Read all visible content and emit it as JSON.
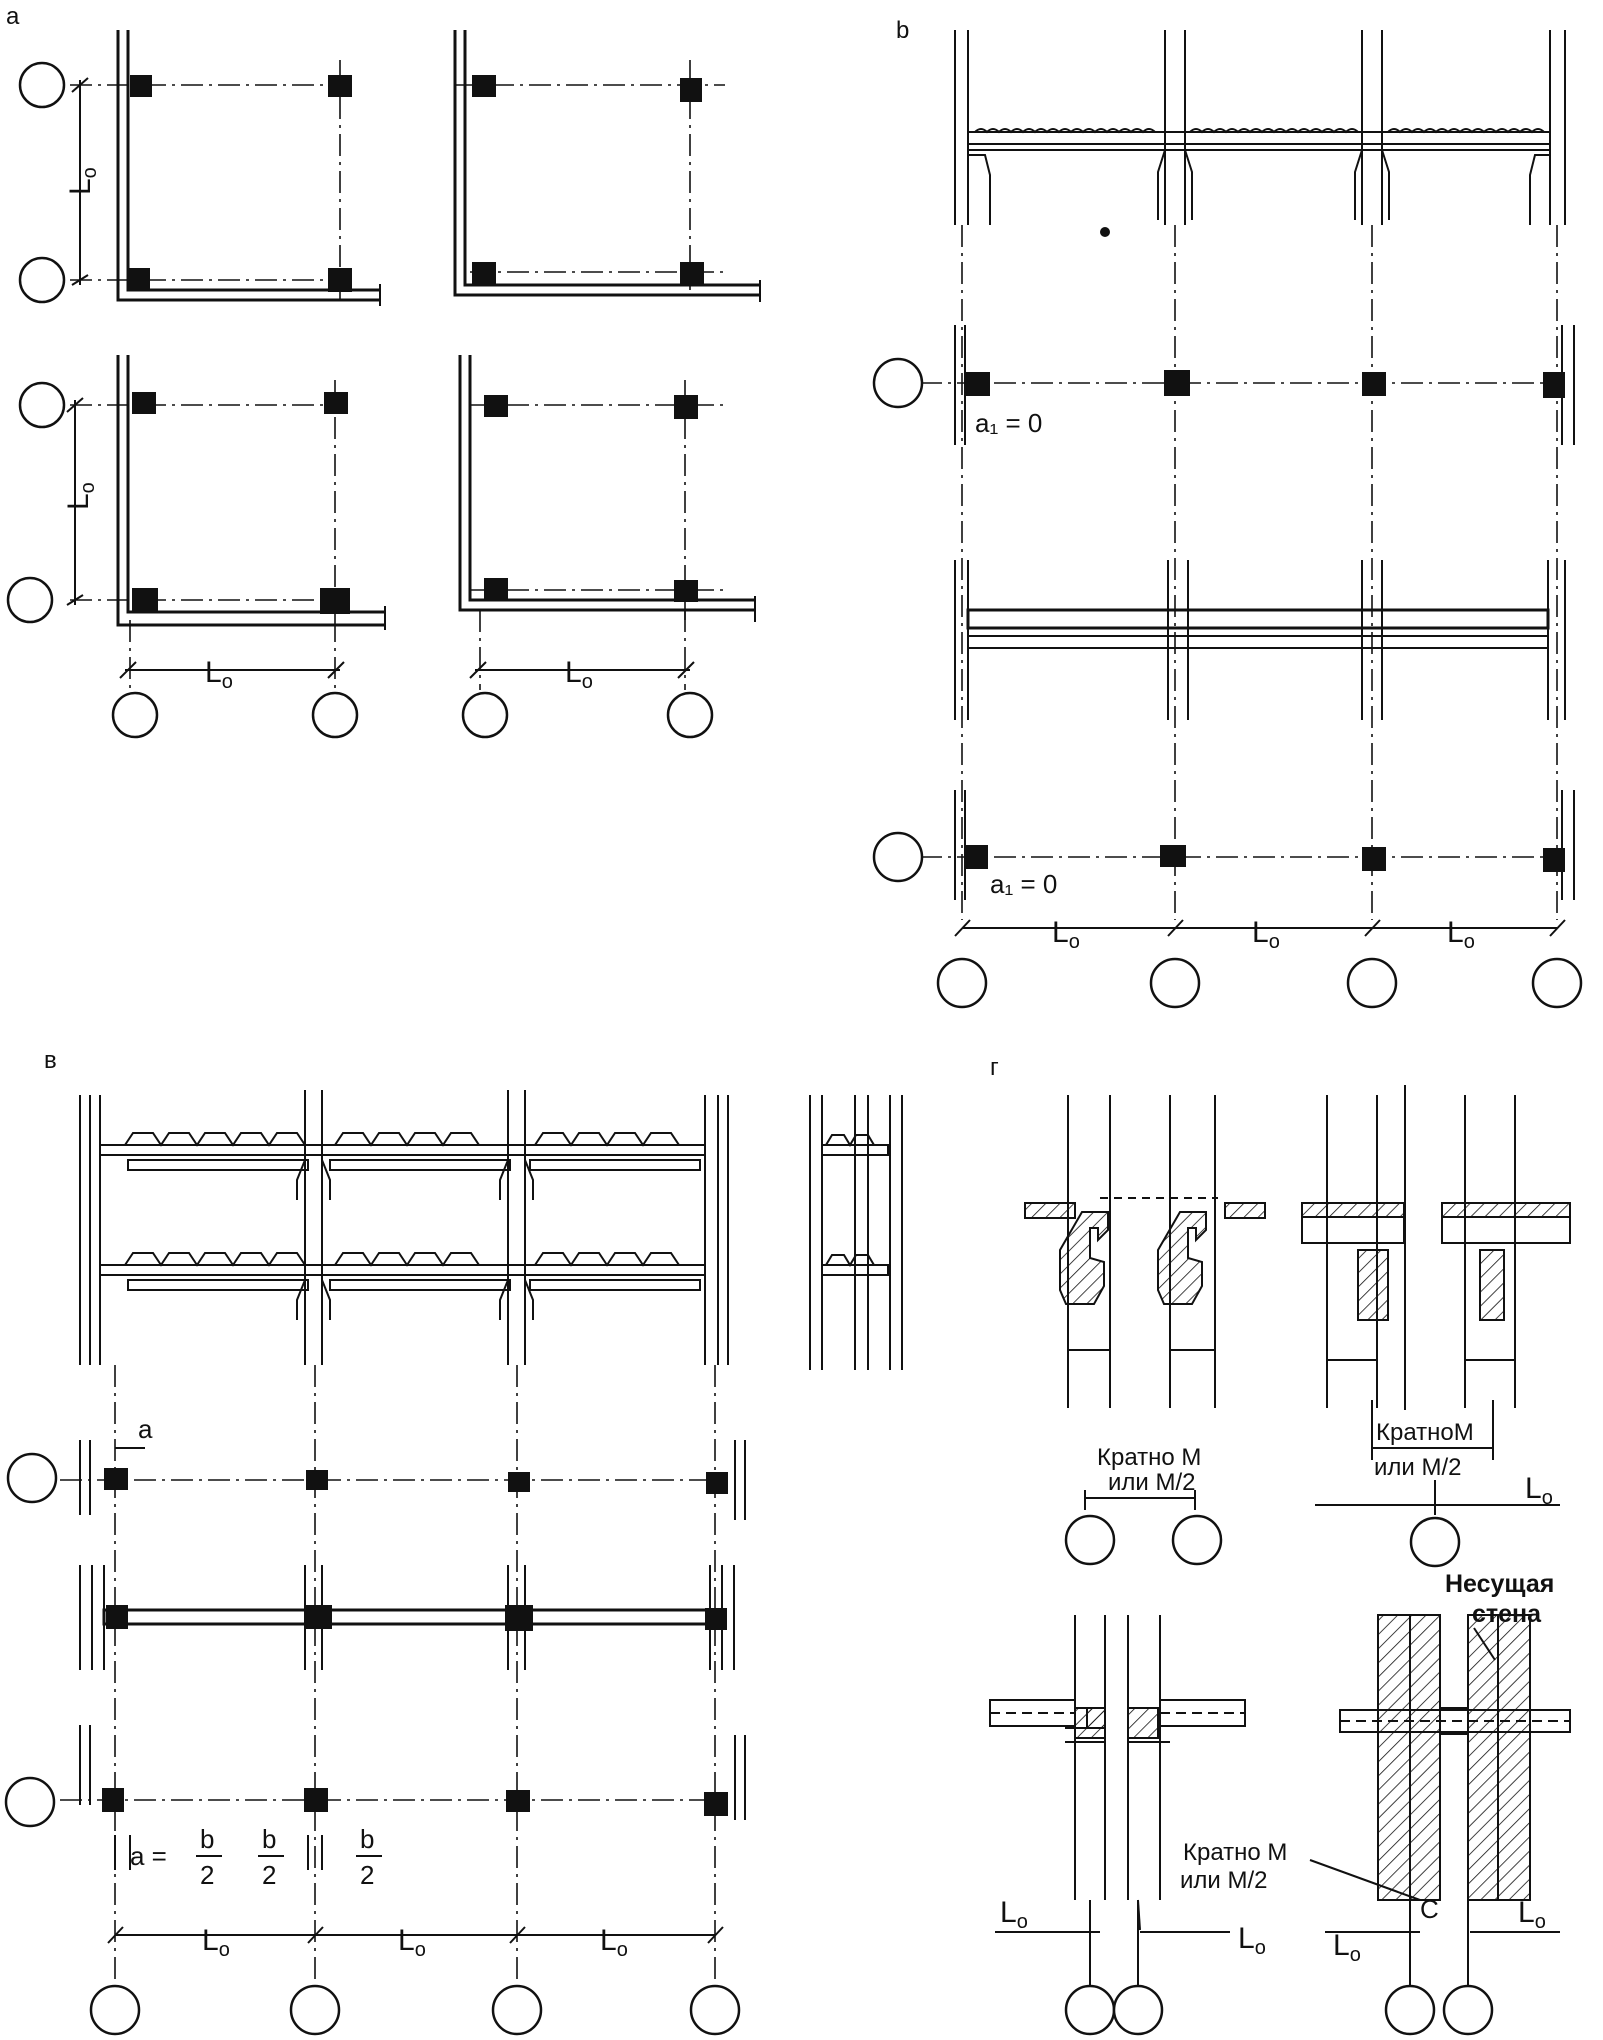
{
  "panels": {
    "a": {
      "label": "а"
    },
    "b": {
      "label": "b"
    },
    "v": {
      "label": "в"
    },
    "g": {
      "label": "г"
    }
  },
  "labels": {
    "L0": "L",
    "L0_sub": "o",
    "a1_zero": "a₁ = 0",
    "a": "a",
    "a_eq": "a =",
    "b": "b",
    "two": "2",
    "kratno_M": "Кратно М",
    "ili_M2": "или М/2",
    "kratnoM_joined": "КратноМ",
    "ili_M2_spaced": "или  М/2",
    "nesushchaya": "Несущая",
    "stena": "стена",
    "c": "С"
  }
}
